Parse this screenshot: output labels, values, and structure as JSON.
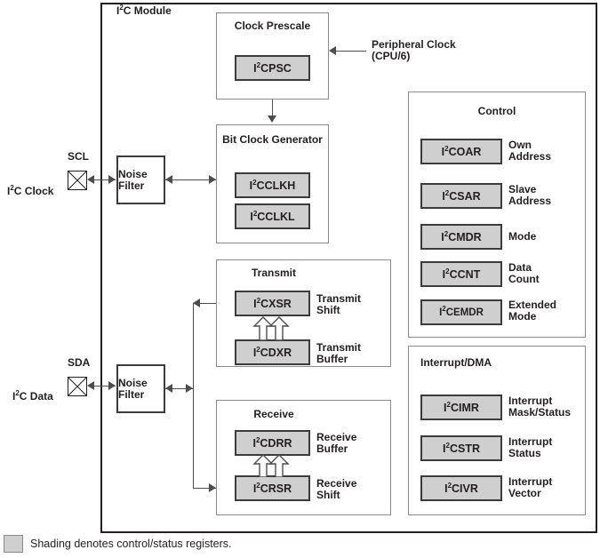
{
  "module": {
    "title": "I²C Module",
    "title_base": "I",
    "title_sup": "2",
    "title_rest": "C Module"
  },
  "external": {
    "peripheral_clock": "Peripheral Clock\n(CPU/6)",
    "scl_pin_label": "SCL",
    "scl_signal_label": "I²C Clock",
    "sda_pin_label": "SDA",
    "sda_signal_label": "I²C Data",
    "scl_pin_icon": "x-box-pin-icon",
    "sda_pin_icon": "x-box-pin-icon"
  },
  "clock_prescale": {
    "title": "Clock\nPrescale",
    "register": "I²CPSC"
  },
  "bit_clock_generator": {
    "title": "Bit Clock\nGenerator",
    "registers": [
      "I²CCLKH",
      "I²CCLKL"
    ]
  },
  "noise_filters": [
    {
      "label": "Noise\nFilter",
      "line": "SCL"
    },
    {
      "label": "Noise\nFilter",
      "line": "SDA"
    }
  ],
  "transmit": {
    "title": "Transmit",
    "rows": [
      {
        "register": "I²CXSR",
        "label": "Transmit\nShift"
      },
      {
        "register": "I²CDXR",
        "label": "Transmit\nBuffer"
      }
    ]
  },
  "receive": {
    "title": "Receive",
    "rows": [
      {
        "register": "I²CDRR",
        "label": "Receive\nBuffer"
      },
      {
        "register": "I²CRSR",
        "label": "Receive\nShift"
      }
    ]
  },
  "control": {
    "title": "Control",
    "rows": [
      {
        "register": "I²COAR",
        "label": "Own\nAddress"
      },
      {
        "register": "I²CSAR",
        "label": "Slave\nAddress"
      },
      {
        "register": "I²CMDR",
        "label": "Mode"
      },
      {
        "register": "I²CCNT",
        "label": "Data\nCount"
      },
      {
        "register": "I²CEMDR",
        "label": "Extended\nMode"
      }
    ]
  },
  "interrupt_dma": {
    "title": "Interrupt/DMA",
    "rows": [
      {
        "register": "I²CIMR",
        "label": "Interrupt\nMask/Status"
      },
      {
        "register": "I²CSTR",
        "label": "Interrupt\nStatus"
      },
      {
        "register": "I²CIVR",
        "label": "Interrupt\nVector"
      }
    ]
  },
  "legend": {
    "text": "Shading denotes control/status registers."
  },
  "colors": {
    "register_fill": "#cfcfcf",
    "register_border": "#3b3b3b",
    "panel_border": "#8b8b8b",
    "frame_border": "#231f20",
    "line": "#4d4d4d",
    "text": "#231f20",
    "background": "#ffffff"
  }
}
